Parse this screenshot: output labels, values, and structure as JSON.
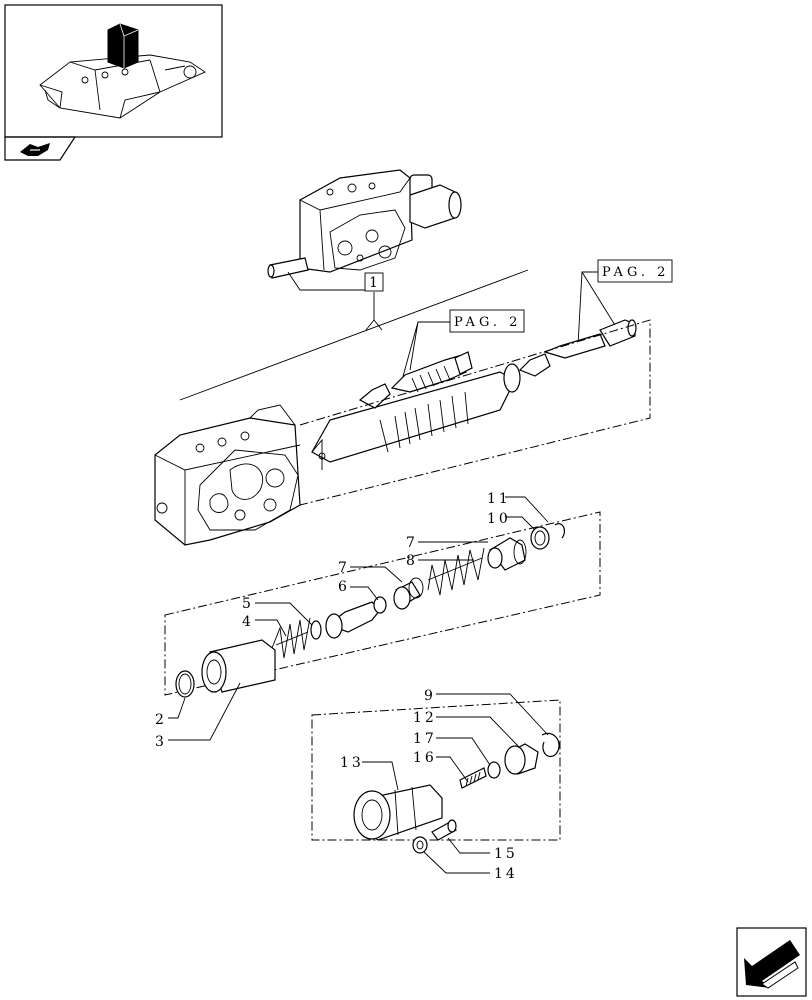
{
  "callouts": {
    "assembly": "1",
    "ref_left": "PAG. 2",
    "ref_right": "PAG. 2",
    "p2": "2",
    "p3": "3",
    "p4": "4",
    "p5": "5",
    "p6": "6",
    "p7a": "7",
    "p7b": "7",
    "p8": "8",
    "p9": "9",
    "p10": "10",
    "p11": "11",
    "p12": "12",
    "p13": "13",
    "p14": "14",
    "p15": "15",
    "p16": "16",
    "p17": "17"
  },
  "icons": {
    "thumbnail": "tractor-hydraulic-valve-thumbnail",
    "section": "section-marker-icon",
    "next": "next-page-arrow-icon"
  }
}
